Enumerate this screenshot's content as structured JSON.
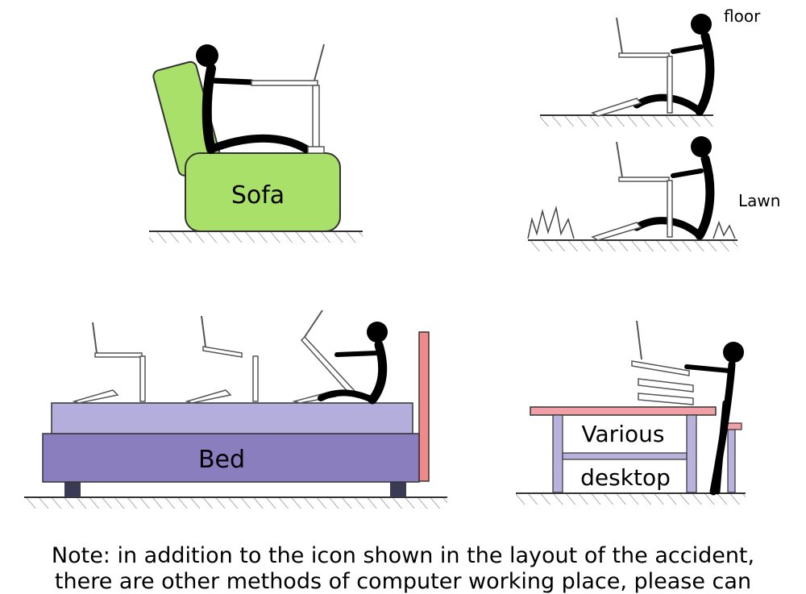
{
  "scenes": {
    "sofa": {
      "label": "Sofa",
      "fill": "#a8e06a"
    },
    "floor": {
      "label": "floor"
    },
    "lawn": {
      "label": "Lawn"
    },
    "bed": {
      "label": "Bed",
      "top_fill": "#b3aedb",
      "base_fill": "#8a7ebf",
      "headboard_fill": "#f08a8a"
    },
    "desktop": {
      "label_line1": "Various",
      "label_line2": "desktop",
      "table_top_fill": "#f2a0a8",
      "leg_fill": "#b8b2dc"
    }
  },
  "note": {
    "line1": "Note: in addition to the icon shown in the layout of the accident,",
    "line2": "there are other methods of computer working place, please can"
  }
}
